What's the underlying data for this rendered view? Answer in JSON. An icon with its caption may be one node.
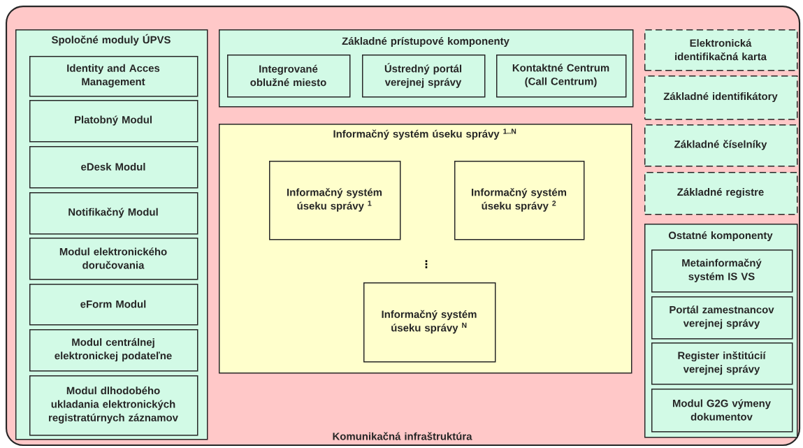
{
  "diagram": {
    "nodes": [
      {
        "text": [
          "Komunikačná infraštruktúra"
        ]
      },
      {
        "text": [
          "Spoločné moduly ÚPVS"
        ],
        "in": 0
      },
      {
        "text": [
          "Identity and Acces Management"
        ],
        "in": 1
      },
      {
        "text": [
          "Platobný Modul"
        ],
        "in": 1
      },
      {
        "text": [
          "eDesk Modul"
        ],
        "in": 1
      },
      {
        "text": [
          "Notifikačný Modul"
        ],
        "in": 1
      },
      {
        "text": [
          "Modul elektronického doručovania"
        ],
        "in": 1
      },
      {
        "text": [
          "eForm Modul"
        ],
        "in": 1
      },
      {
        "text": [
          "Modul centrálnej elektronickej podateľne"
        ],
        "in": 1
      },
      {
        "text": [
          "Modul dlhodobého ukladania elektronických registratúrnych záznamov"
        ],
        "in": 1
      },
      {
        "text": [
          "Základné prístupové komponenty"
        ],
        "in": 0
      },
      {
        "text": [
          "Integrované oblužné miesto"
        ],
        "in": 10
      },
      {
        "text": [
          "Ústredný portál verejnej správy"
        ],
        "in": 10
      },
      {
        "text": [
          "Kontaktné Centrum (Call Centrum)"
        ],
        "in": 10
      },
      {
        "text": [
          "Informačný systém úseku správy $^{1..N}$"
        ],
        "in": 0
      },
      {
        "text": [
          "Informačný systém úseku správy $^{1}$"
        ],
        "in": 14
      },
      {
        "text": [
          "Informačný systém úseku správy $^{2}$"
        ],
        "in": 14
      },
      {
        "text": [
          "Informačný systém úseku správy $^{N}$"
        ],
        "in": 14
      },
      {
        "text": [
          "Elektronická identifikačná karta"
        ],
        "in": 0
      },
      {
        "text": [
          "Základné identifikátory"
        ],
        "in": 0
      },
      {
        "text": [
          "Základné číselníky"
        ],
        "in": 0
      },
      {
        "text": [
          "Základné registre"
        ],
        "in": 0
      },
      {
        "text": [
          "Ostatné komponenty"
        ],
        "in": 0
      },
      {
        "text": [
          "Metainformačný systém IS VS"
        ],
        "in": 22
      },
      {
        "text": [
          "Portál zamestnancov verejnej správy"
        ],
        "in": 22
      },
      {
        "text": [
          "Register inštitúcií verejnej správy"
        ],
        "in": 22
      },
      {
        "text": [
          "Modul G2G výmeny dokumentov"
        ],
        "in": 22
      }
    ],
    "labels": [
      "⋮"
    ]
  }
}
